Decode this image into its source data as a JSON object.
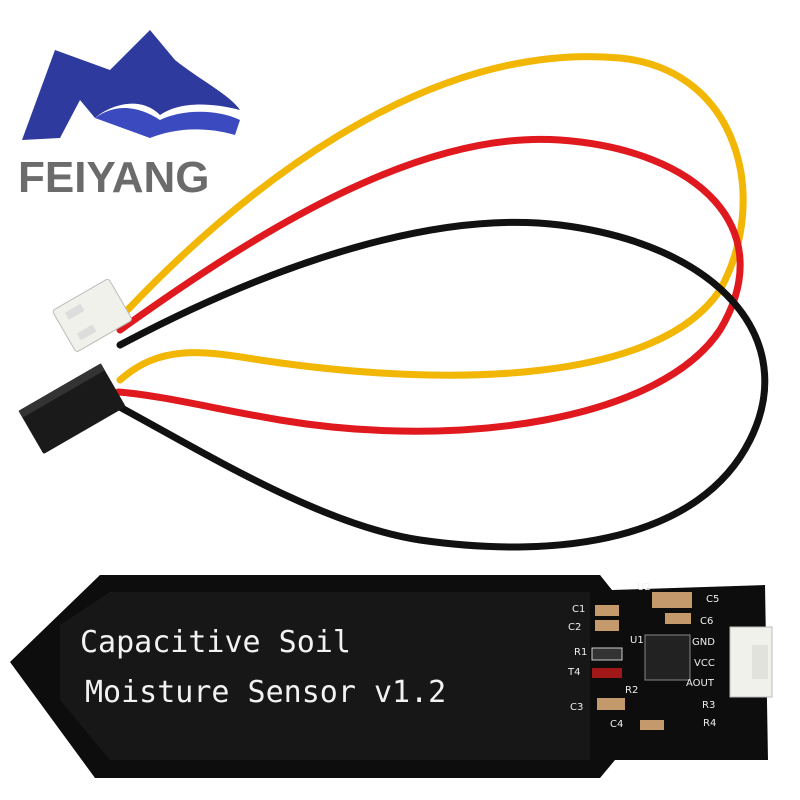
{
  "logo": {
    "brand": "FEIYANG",
    "colors": {
      "wave": "#2f3a9e",
      "text": "#6b6b6b"
    }
  },
  "wires": {
    "colors": [
      "#f2b705",
      "#e0191f",
      "#111111"
    ]
  },
  "sensor": {
    "title_line1": "Capacitive Soil",
    "title_line2": "Moisture Sensor v1.2",
    "components": [
      "U2",
      "C5",
      "C6",
      "C1",
      "C2",
      "U1",
      "R1",
      "T4",
      "R2",
      "C3",
      "C4",
      "R3",
      "R4"
    ],
    "pins": [
      "GND",
      "VCC",
      "AOUT"
    ]
  }
}
